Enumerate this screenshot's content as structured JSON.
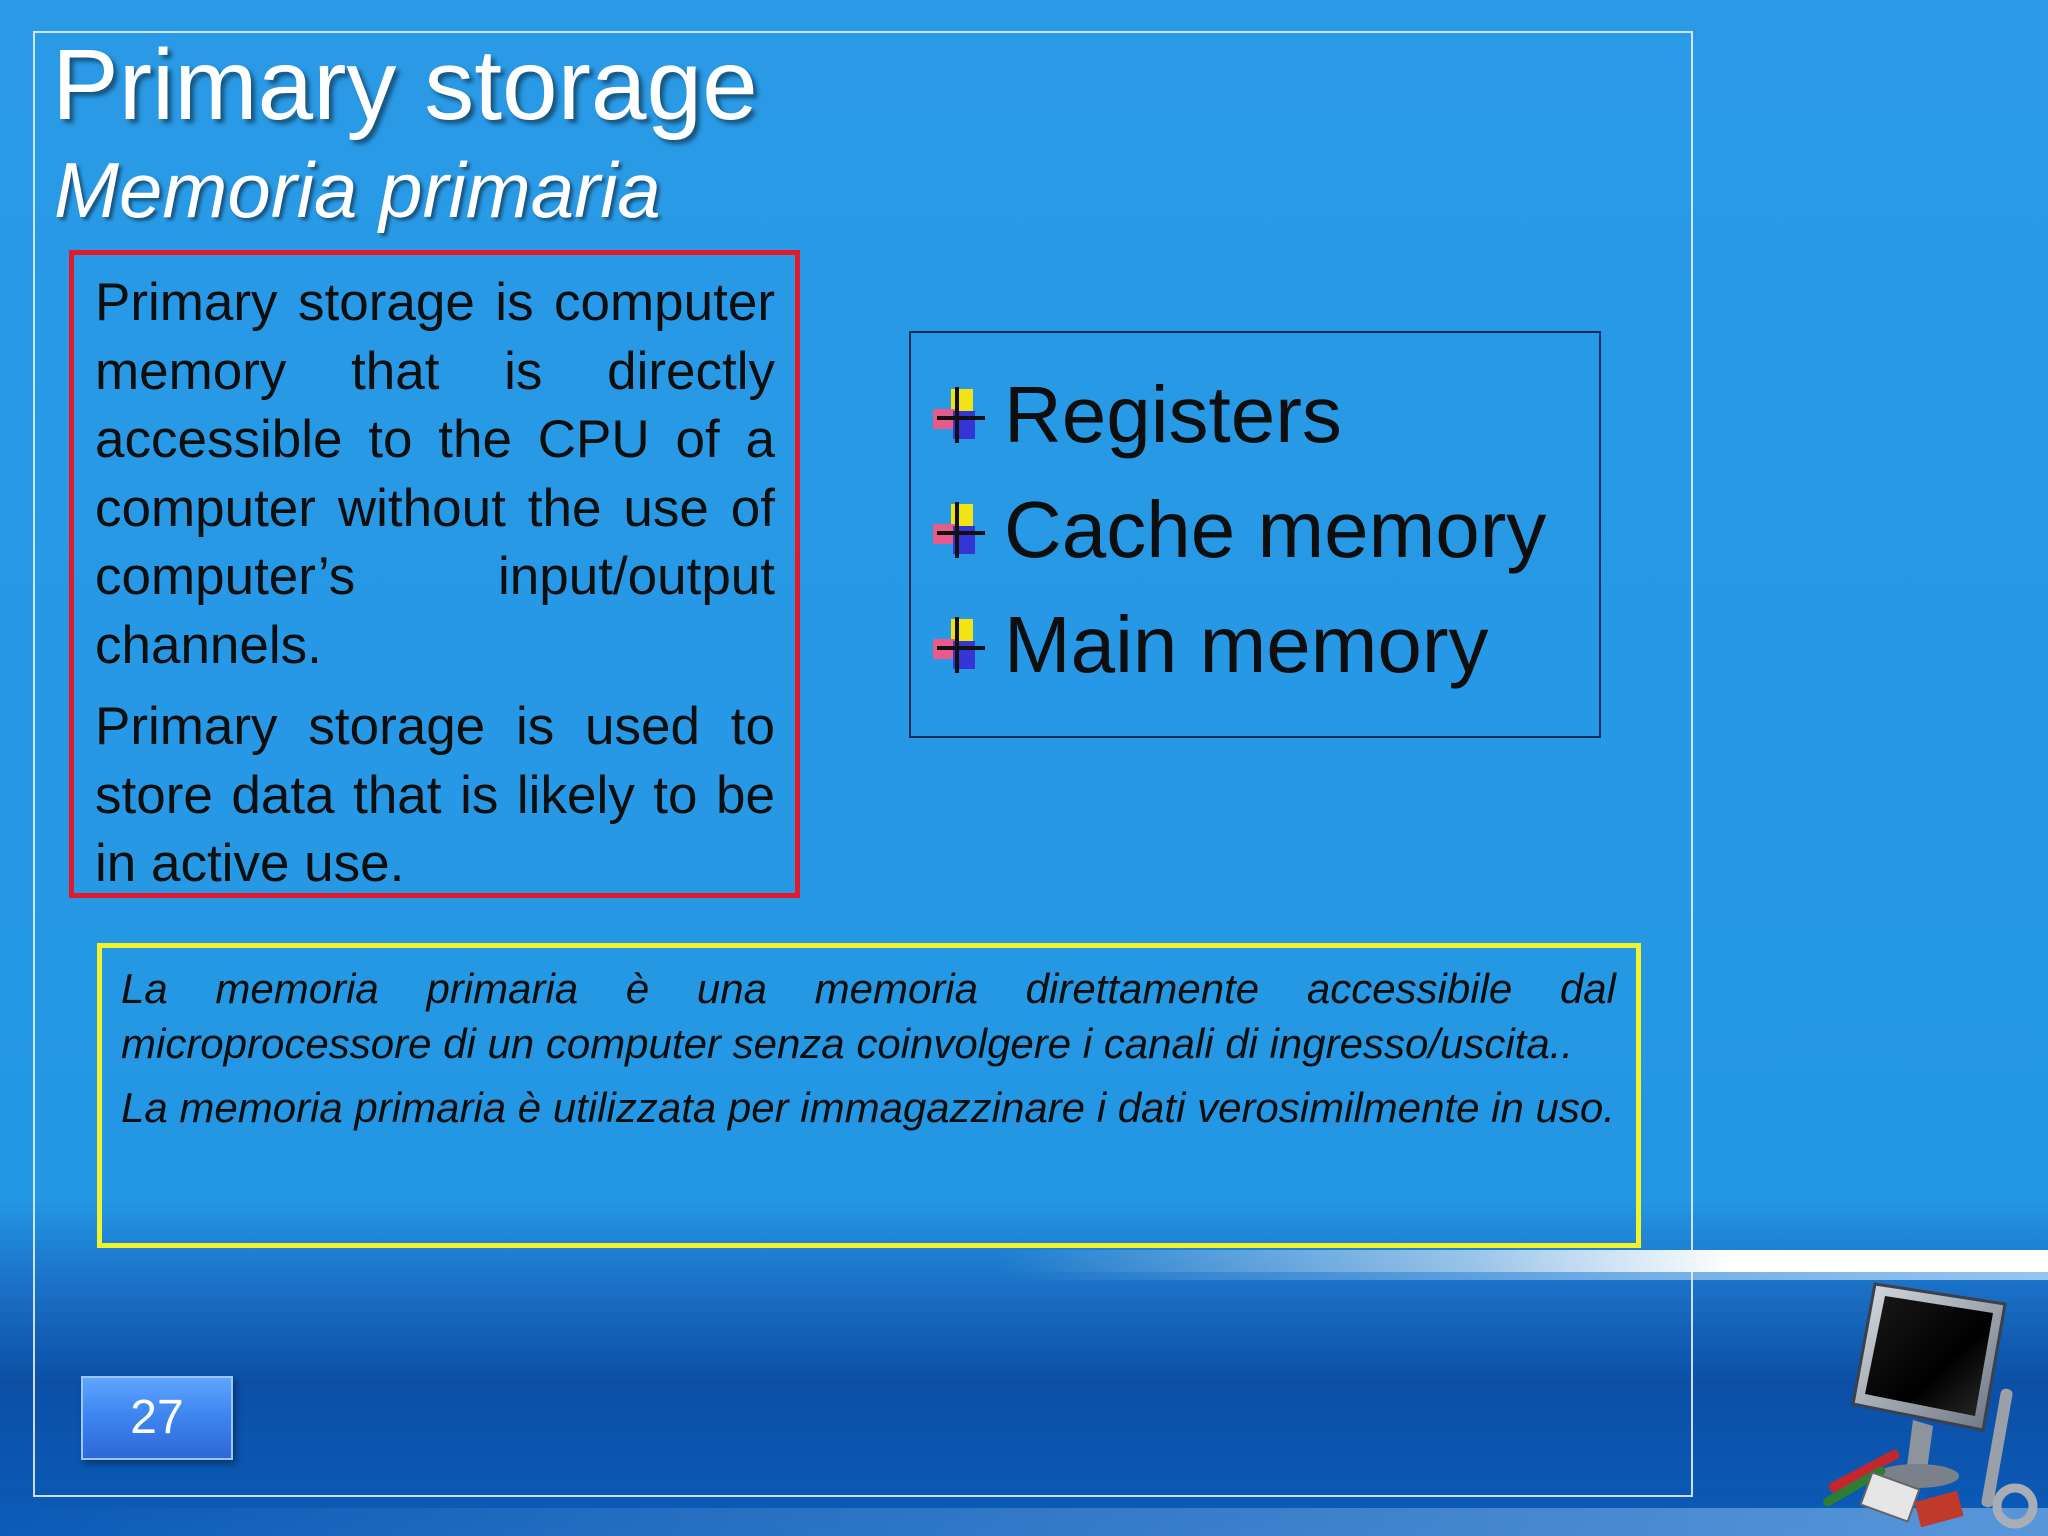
{
  "slide": {
    "title": "Primary storage",
    "subtitle": "Memoria primaria",
    "definition_paragraphs": [
      "Primary storage is computer memory that is directly accessible to the CPU of a computer without the use of computer’s input/output channels.",
      "Primary storage is used to store data that is likely to be in active use."
    ],
    "storage_types": [
      "Registers",
      "Cache memory",
      "Main memory"
    ],
    "italian_paragraphs": [
      "La memoria primaria è una memoria direttamente accessibile dal microprocessore di un computer senza coinvolgere i canali di ingresso/uscita..",
      "La memoria primaria è utilizzata per immagazzinare i dati verosimilmente in uso."
    ],
    "page_number": "27"
  },
  "colors": {
    "background": "#2497e4",
    "red_box_border": "#e3192c",
    "yellow_box_border": "#f3f32a",
    "list_box_border": "#0a2d5a",
    "text": "#0e0e0e",
    "title_text": "#ffffff"
  },
  "icons": {
    "bullet": "colored-plus-bullet-icon",
    "logo": "computer-monitor-tools-icon"
  }
}
